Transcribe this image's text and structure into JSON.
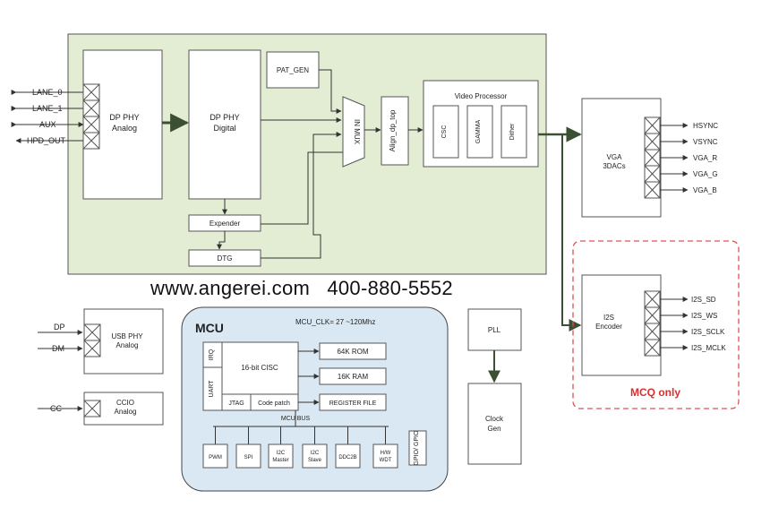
{
  "inputs": {
    "lane0": "LANE_0",
    "lane1": "LANE_1",
    "aux": "AUX",
    "hpd_out": "HPD_OUT",
    "dp": "DP",
    "dm": "DM",
    "cc": "CC"
  },
  "blocks": {
    "dp_phy_analog": [
      "DP PHY",
      "Analog"
    ],
    "dp_phy_digital": [
      "DP PHY",
      "Digital"
    ],
    "pat_gen": "PAT_GEN",
    "in_mux": "IN MUX",
    "align_dp_top": "Align_dp_top",
    "video_processor": "Video Processor",
    "csc": "CSC",
    "gamma": "GAMMA",
    "dither": "Dither",
    "expender": "Expender",
    "dtg": "DTG",
    "vga_3dacs": [
      "VGA",
      "3DACs"
    ],
    "i2s_encoder": [
      "I2S",
      "Encoder"
    ],
    "usb_phy_analog": [
      "USB PHY",
      "Analog"
    ],
    "ccio_analog": [
      "CCIO",
      "Analog"
    ],
    "pll": "PLL",
    "clock_gen": [
      "Clock",
      "Gen"
    ],
    "gpio": "GPIO/ GPIO"
  },
  "outputs": {
    "vga": [
      "HSYNC",
      "VSYNC",
      "VGA_R",
      "VGA_G",
      "VGA_B"
    ],
    "i2s": [
      "I2S_SD",
      "I2S_WS",
      "I2S_SCLK",
      "I2S_MCLK"
    ]
  },
  "mcu": {
    "title": "MCU",
    "clock": "MCU_CLK= 27 ~120Mhz",
    "cpu": "16-bit CISC",
    "irq": "IRQ",
    "uart": "UART",
    "jtag": "JTAG",
    "code_patch": "Code patch",
    "rom": "64K ROM",
    "ram": "16K RAM",
    "register_file": "REGISTER FILE",
    "bus": "MCU BUS",
    "peripherals": [
      [
        "PWM"
      ],
      [
        "SPI"
      ],
      [
        "I2C",
        "Master"
      ],
      [
        "I2C",
        "Slave"
      ],
      [
        "DDC2B"
      ],
      [
        "H/W",
        "WDT"
      ]
    ]
  },
  "mcq_label": "MCQ only",
  "watermark": "www.angerei.com   400-880-5552",
  "colors": {
    "panel": "#e2edd4",
    "mcu_bg": "#d9e8f2",
    "mcq": "#e05050",
    "line": "#3b5033"
  }
}
